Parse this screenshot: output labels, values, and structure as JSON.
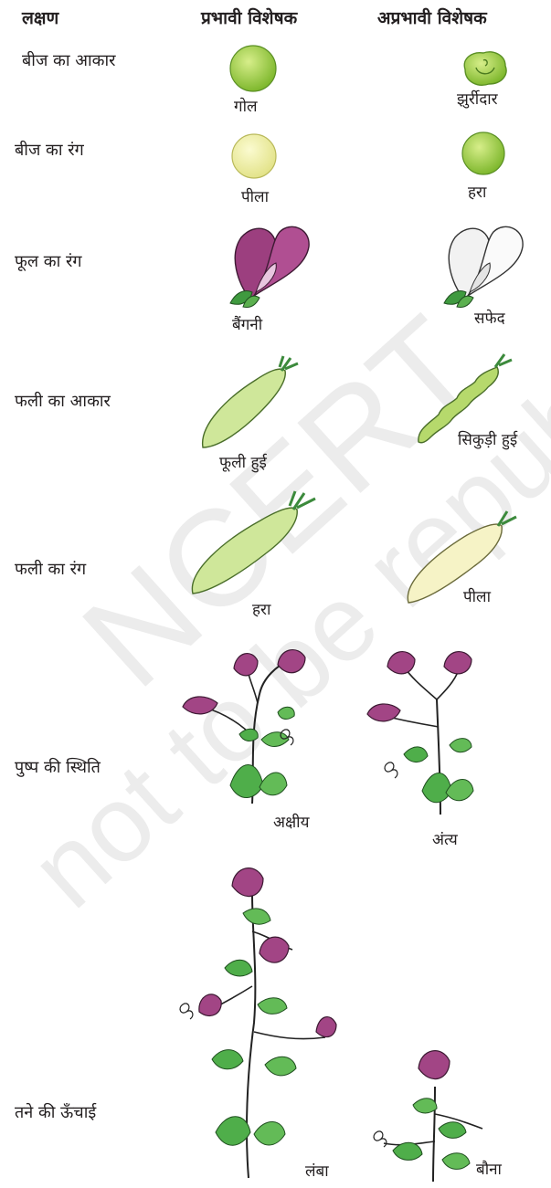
{
  "watermark": {
    "line1": "NCERT",
    "line2": "not to be republished"
  },
  "headers": {
    "trait": "लक्षण",
    "dominant": "प्रभावी विशेषक",
    "recessive": "अप्रभावी विशेषक"
  },
  "rows": [
    {
      "trait": "बीज का आकार",
      "dominant": "गोल",
      "recessive": "झुर्रीदार"
    },
    {
      "trait": "बीज का रंग",
      "dominant": "पीला",
      "recessive": "हरा"
    },
    {
      "trait": "फूल का रंग",
      "dominant": "बैंगनी",
      "recessive": "सफेद"
    },
    {
      "trait": "फली का आकार",
      "dominant": "फूली हुई",
      "recessive": "सिकुड़ी हुई"
    },
    {
      "trait": "फली का रंग",
      "dominant": "हरा",
      "recessive": "पीला"
    },
    {
      "trait": "पुष्प की स्थिति",
      "dominant": "अक्षीय",
      "recessive": "अंत्य"
    },
    {
      "trait": "तने की ऊँचाई",
      "dominant": "लंबा",
      "recessive": "बौना"
    }
  ],
  "colors": {
    "seed_green": "#9ccc3a",
    "seed_yellow": "#eef0a0",
    "flower_purple": "#9c3f7f",
    "flower_white": "#f2f2f2",
    "pod_green": "#cfe79a",
    "pod_yellow": "#f6f3c6",
    "leaf_green": "#4fae4a",
    "watermark": "#e6e6e6"
  }
}
